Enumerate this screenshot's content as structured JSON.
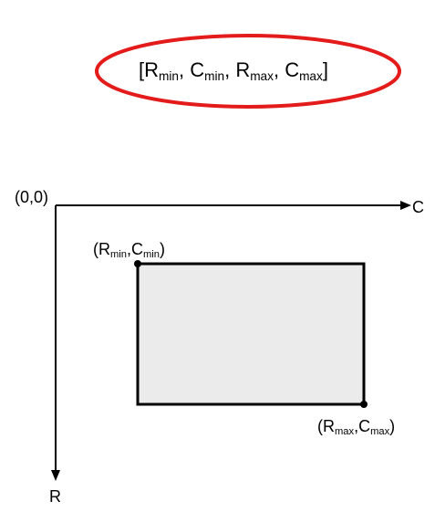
{
  "formula": {
    "open_bracket": "[",
    "r_min_base": "R",
    "r_min_sub": "min",
    "sep1": ", ",
    "c_min_base": "C",
    "c_min_sub": "min",
    "sep2": ", ",
    "r_max_base": "R",
    "r_max_sub": "max",
    "sep3": ", ",
    "c_max_base": "C",
    "c_max_sub": "max",
    "close_bracket": "]"
  },
  "axes": {
    "origin": "(0,0)",
    "horizontal": "C",
    "vertical": "R"
  },
  "min_corner": {
    "open": "(",
    "r_base": "R",
    "r_sub": "min",
    "comma": ",",
    "c_base": "C",
    "c_sub": "min",
    "close": ")"
  },
  "max_corner": {
    "open": "(",
    "r_base": "R",
    "r_sub": "max",
    "comma": ",",
    "c_base": "C",
    "c_sub": "max",
    "close": ")"
  },
  "colors": {
    "ellipse_stroke": "#e31b1b",
    "box_fill": "#ebebeb",
    "line": "#000000"
  }
}
